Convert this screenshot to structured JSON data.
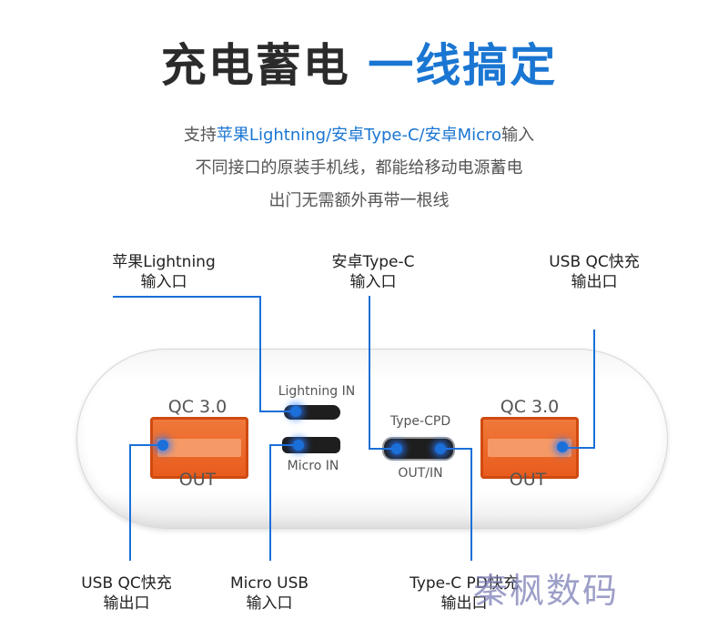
{
  "title": {
    "dark": "充电蓄电",
    "blue": "一线搞定"
  },
  "description": {
    "line1_pre": "支持",
    "line1_hl": "苹果Lightning/安卓Type-C/安卓Micro",
    "line1_post": "输入",
    "line2": "不同接口的原装手机线，都能给移动电源蓄电",
    "line3": "出门无需额外再带一根线"
  },
  "callouts": {
    "top_left": {
      "line1": "苹果Lightning",
      "line2": "输入口"
    },
    "top_middle": {
      "line1": "安卓Type-C",
      "line2": "输入口"
    },
    "top_right": {
      "line1": "USB  QC快充",
      "line2": "输出口"
    },
    "bottom_left": {
      "line1": "USB  QC快充",
      "line2": "输出口"
    },
    "bottom_middle": {
      "line1": "Micro USB",
      "line2": "输入口"
    },
    "bottom_right": {
      "line1": "Type-C PD快充",
      "line2": "输出口"
    }
  },
  "device": {
    "left_port": {
      "top": "QC 3.0",
      "bottom": "OUT"
    },
    "right_port": {
      "top": "QC 3.0",
      "bottom": "OUT"
    },
    "lightning_label": "Lightning  IN",
    "micro_label": "Micro  IN",
    "typec_top": "Type-CPD",
    "typec_bottom": "OUT/IN"
  },
  "watermark": "秦枫数码",
  "colors": {
    "accent": "#1a76d2",
    "usb_port": "#e85a1c"
  }
}
